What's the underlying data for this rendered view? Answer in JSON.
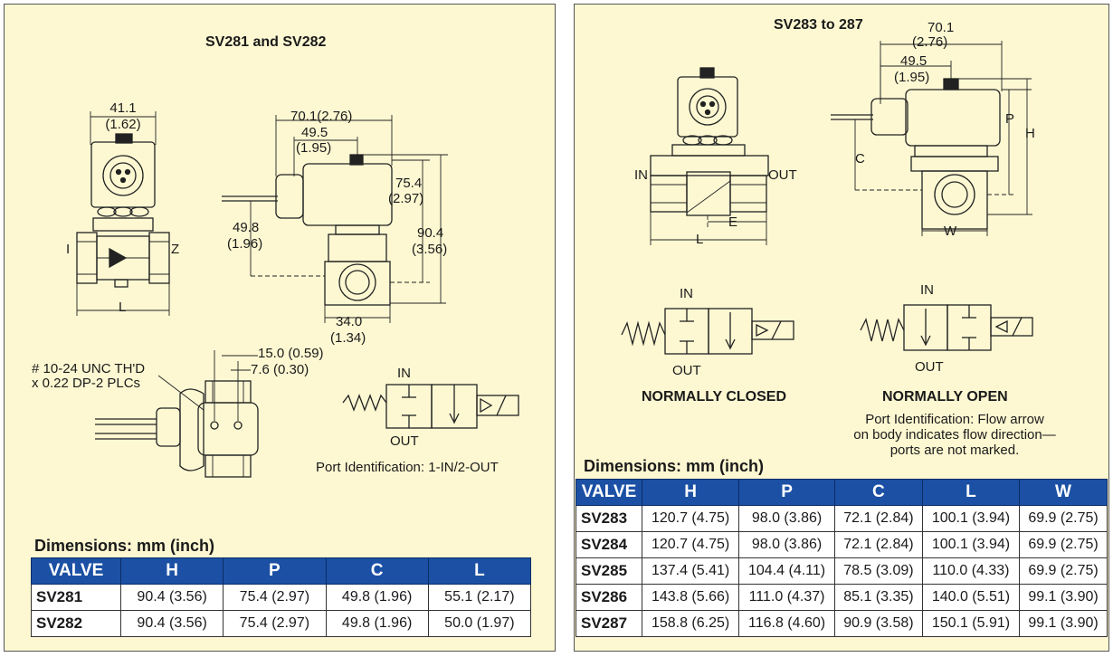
{
  "left": {
    "title": "SV281 and SV282",
    "front_view": {
      "width_dim": "41.1",
      "width_dim_in": "(1.62)",
      "port_in": "I",
      "port_out": "Z",
      "length_label": "L"
    },
    "side_view": {
      "dim_total": "70.1(2.76)",
      "dim_partial": "49.5",
      "dim_partial_in": "(1.95)",
      "dim_coil_height": "75.4",
      "dim_coil_height_in": "(2.97)",
      "dim_c": "49.8",
      "dim_c_in": "(1.96)",
      "dim_h": "90.4",
      "dim_h_in": "(3.56)",
      "dim_body": "34.0",
      "dim_body_in": "(1.34)"
    },
    "mount_view": {
      "thread_line1": "# 10-24 UNC TH'D",
      "thread_line2": "x 0.22 DP-2 PLCs",
      "dim_a": "15.0 (0.59)",
      "dim_b": "7.6 (0.30)"
    },
    "symbol": {
      "in": "IN",
      "out": "OUT",
      "port_id": "Port Identification: 1-IN/2-OUT"
    },
    "table_title": "Dimensions: mm (inch)",
    "table": {
      "headers": [
        "VALVE",
        "H",
        "P",
        "C",
        "L"
      ],
      "rows": [
        [
          "SV281",
          "90.4 (3.56)",
          "75.4 (2.97)",
          "49.8 (1.96)",
          "55.1 (2.17)"
        ],
        [
          "SV282",
          "90.4 (3.56)",
          "75.4 (2.97)",
          "49.8 (1.96)",
          "50.0 (1.97)"
        ]
      ]
    }
  },
  "right": {
    "title": "SV283 to 287",
    "front_view": {
      "port_in": "IN",
      "port_out": "OUT",
      "dim_e": "E",
      "dim_l": "L"
    },
    "side_view": {
      "dim_total": "70.1",
      "dim_total_in": "(2.76)",
      "dim_partial": "49.5",
      "dim_partial_in": "(1.95)",
      "dim_p": "P",
      "dim_h": "H",
      "dim_c": "C",
      "dim_w": "W"
    },
    "nc": {
      "in": "IN",
      "out": "OUT",
      "label": "NORMALLY CLOSED"
    },
    "no": {
      "in": "IN",
      "out": "OUT",
      "label": "NORMALLY OPEN"
    },
    "port_note": [
      "Port Identification: Flow arrow",
      "on body indicates flow direction—",
      "ports are not marked."
    ],
    "table_title": "Dimensions: mm (inch)",
    "table": {
      "headers": [
        "VALVE",
        "H",
        "P",
        "C",
        "L",
        "W"
      ],
      "rows": [
        [
          "SV283",
          "120.7 (4.75)",
          "98.0 (3.86)",
          "72.1 (2.84)",
          "100.1 (3.94)",
          "69.9 (2.75)"
        ],
        [
          "SV284",
          "120.7 (4.75)",
          "98.0 (3.86)",
          "72.1 (2.84)",
          "100.1 (3.94)",
          "69.9 (2.75)"
        ],
        [
          "SV285",
          "137.4 (5.41)",
          "104.4 (4.11)",
          "78.5 (3.09)",
          "110.0 (4.33)",
          "69.9 (2.75)"
        ],
        [
          "SV286",
          "143.8 (5.66)",
          "111.0 (4.37)",
          "85.1 (3.35)",
          "140.0 (5.51)",
          "99.1 (3.90)"
        ],
        [
          "SV287",
          "158.8 (6.25)",
          "116.8 (4.60)",
          "90.9 (3.58)",
          "150.1 (5.91)",
          "99.1 (3.90)"
        ]
      ]
    }
  }
}
